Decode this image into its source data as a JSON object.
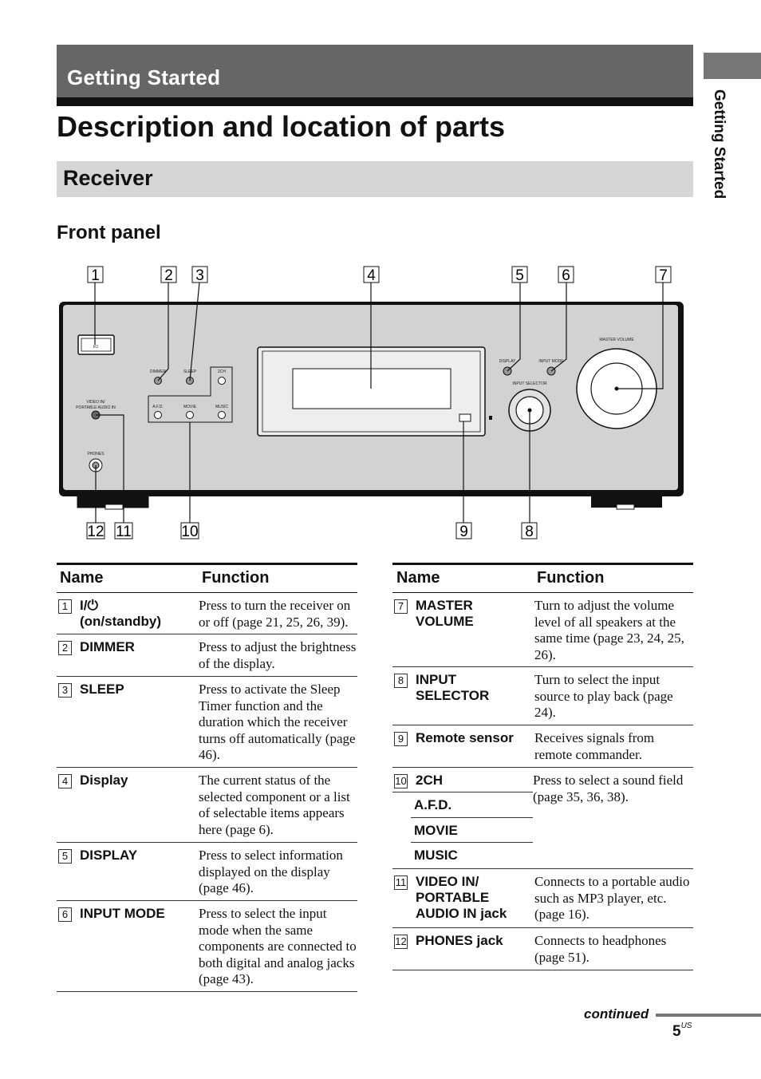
{
  "section_banner": "Getting Started",
  "page_title": "Description and location of parts",
  "subsection": "Receiver",
  "panel_heading": "Front panel",
  "side_tab": "Getting Started",
  "figure": {
    "callouts_top": [
      "1",
      "2",
      "3",
      "4",
      "5",
      "6",
      "7"
    ],
    "callouts_bottom": [
      "12",
      "11",
      "10",
      "9",
      "8"
    ],
    "panel_labels": {
      "dimmer": "DIMMER",
      "sleep": "SLEEP",
      "twoch": "2CH",
      "afd": "A.F.D.",
      "movie": "MOVIE",
      "music": "MUSIC",
      "video_in": "VIDEO IN/",
      "portable": "PORTABLE AUDIO IN",
      "phones": "PHONES",
      "display": "DISPLAY",
      "input_mode": "INPUT MODE",
      "input_selector": "INPUT SELECTOR",
      "master_volume": "MASTER VOLUME"
    }
  },
  "table_headers": {
    "name": "Name",
    "function": "Function"
  },
  "left_table": [
    {
      "num": "1",
      "name": [
        "I/⏻",
        "(on/standby)"
      ],
      "function": "Press to turn the receiver on or off (page 21, 25, 26, 39)."
    },
    {
      "num": "2",
      "name": [
        "DIMMER"
      ],
      "function": "Press to adjust the brightness of the display."
    },
    {
      "num": "3",
      "name": [
        "SLEEP"
      ],
      "function": "Press to activate the Sleep Timer function and the duration which the receiver turns off automatically (page 46)."
    },
    {
      "num": "4",
      "name": [
        "Display"
      ],
      "function": "The current status of the selected component or a list of selectable items appears here (page 6)."
    },
    {
      "num": "5",
      "name": [
        "DISPLAY"
      ],
      "function": "Press to select information displayed on the display (page 46)."
    },
    {
      "num": "6",
      "name": [
        "INPUT MODE"
      ],
      "function": "Press to select the input mode when the same components are connected to both digital and analog jacks (page 43)."
    }
  ],
  "right_table": [
    {
      "num": "7",
      "name": [
        "MASTER",
        "VOLUME"
      ],
      "function": "Turn to adjust the volume level of all speakers at the same time (page 23, 24, 25, 26)."
    },
    {
      "num": "8",
      "name": [
        "INPUT",
        "SELECTOR"
      ],
      "function": "Turn to select the input source to play back (page 24)."
    },
    {
      "num": "9",
      "name": [
        "Remote sensor"
      ],
      "function": "Receives signals from remote commander."
    },
    {
      "num": "10",
      "sub_names": [
        "2CH",
        "A.F.D.",
        "MOVIE",
        "MUSIC"
      ],
      "function": "Press to select a sound field (page 35, 36, 38)."
    },
    {
      "num": "11",
      "name": [
        "VIDEO IN/",
        "PORTABLE",
        "AUDIO IN jack"
      ],
      "function": "Connects to a portable audio such as MP3 player, etc. (page 16)."
    },
    {
      "num": "12",
      "name": [
        "PHONES jack"
      ],
      "function": "Connects to headphones (page 51)."
    }
  ],
  "continued": "continued",
  "page_number": "5",
  "page_suffix": "US"
}
